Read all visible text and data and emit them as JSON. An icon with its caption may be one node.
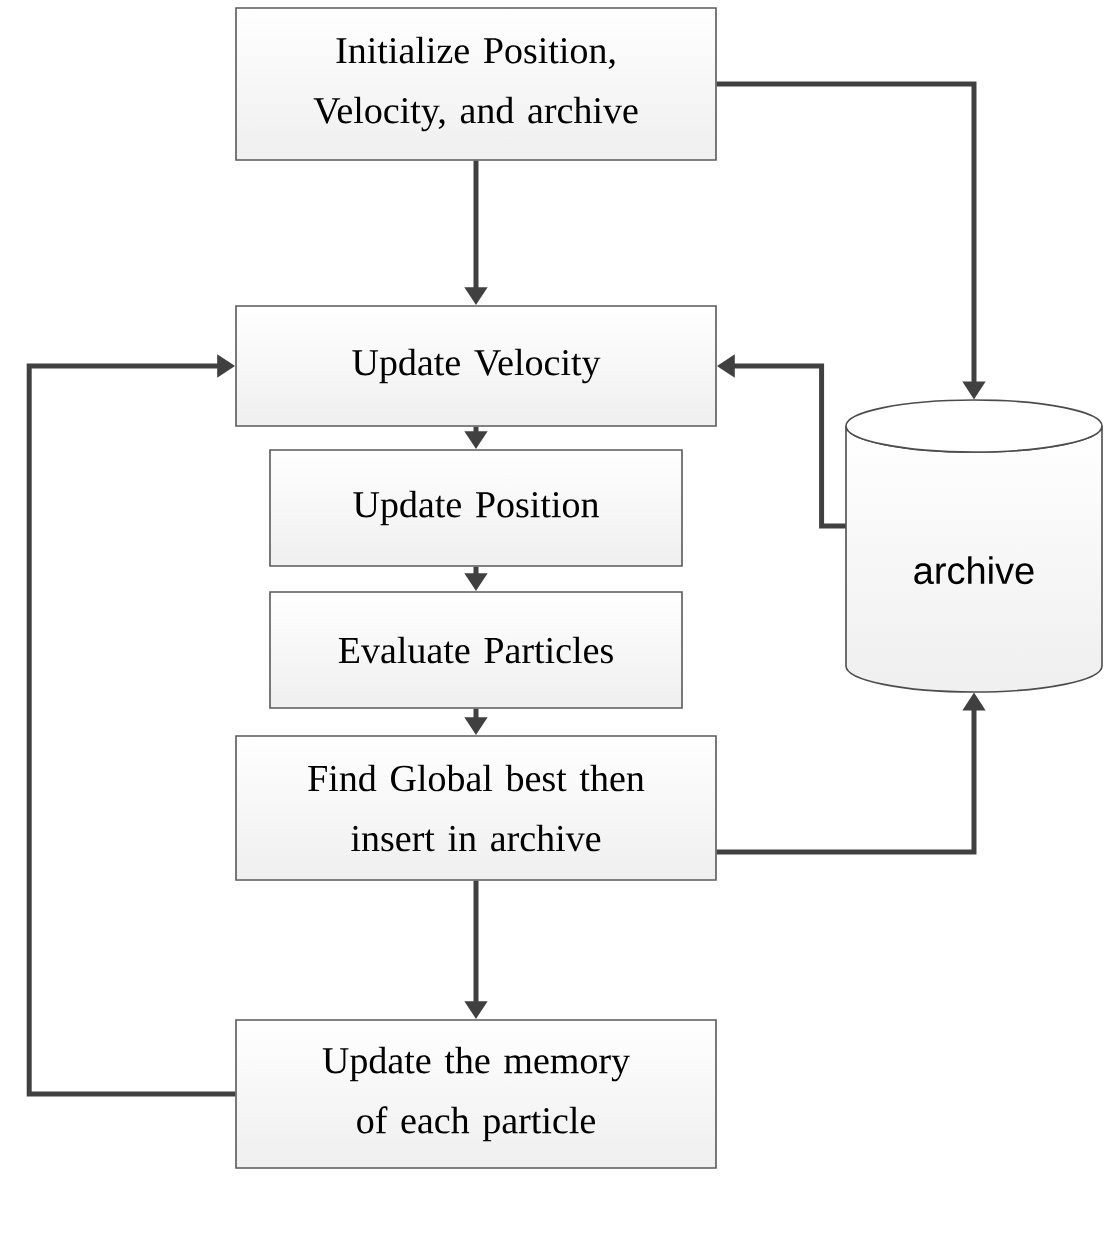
{
  "diagram": {
    "nodes": [
      {
        "text": [
          "Initialize Position, Velocity, and archive"
        ]
      },
      {
        "text": [
          "Update Velocity"
        ]
      },
      {
        "text": [
          "Update Position"
        ]
      },
      {
        "text": [
          "Evaluate Particles"
        ]
      },
      {
        "text": [
          "Find Global best then insert in archive"
        ]
      },
      {
        "text": [
          "Update the memory of each particle"
        ]
      },
      {
        "text": [
          "archive"
        ]
      }
    ],
    "edges": [
      {
        "from": 0,
        "to": 1,
        "arrow": "to"
      },
      {
        "from": 1,
        "to": 2,
        "arrow": "to"
      },
      {
        "from": 2,
        "to": 3,
        "arrow": "to"
      },
      {
        "from": 3,
        "to": 4,
        "arrow": "to"
      },
      {
        "from": 4,
        "to": 5,
        "arrow": "to"
      },
      {
        "from": 5,
        "to": 1,
        "arrow": "to"
      },
      {
        "from": 0,
        "to": 6,
        "arrow": "to"
      },
      {
        "from": 6,
        "to": 1,
        "arrow": "to"
      },
      {
        "from": 4,
        "to": 6,
        "arrow": "to"
      }
    ]
  }
}
